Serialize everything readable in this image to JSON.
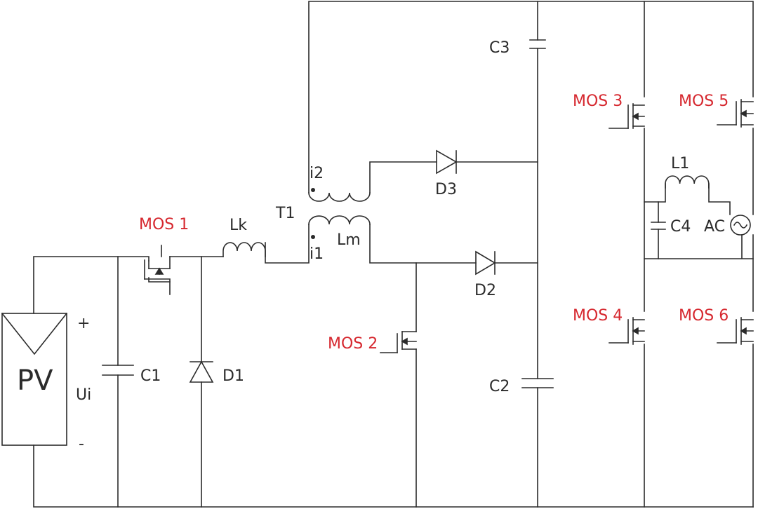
{
  "components": {
    "pv": "PV",
    "plus": "+",
    "minus": "-",
    "ui": "Ui",
    "c1": "C1",
    "d1": "D1",
    "mos1": "MOS 1",
    "lk": "Lk",
    "t1": "T1",
    "i1": "i1",
    "i2": "i2",
    "lm": "Lm",
    "d2": "D2",
    "d3": "D3",
    "mos2": "MOS 2",
    "c2": "C2",
    "c3": "C3",
    "mos3": "MOS 3",
    "mos4": "MOS 4",
    "mos5": "MOS 5",
    "mos6": "MOS 6",
    "l1": "L1",
    "c4": "C4",
    "ac": "AC"
  },
  "colors": {
    "wire": "#2b2b2b",
    "mos_label": "#d6282f",
    "background": "#ffffff"
  }
}
